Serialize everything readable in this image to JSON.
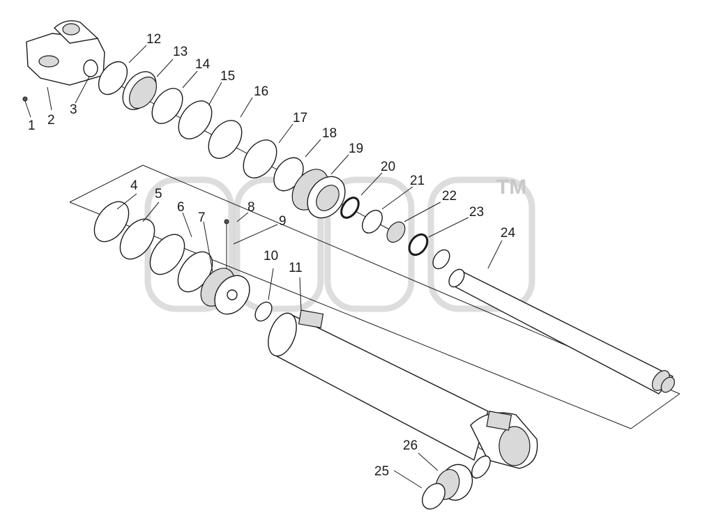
{
  "diagram": {
    "watermark_mark": "TM",
    "callouts": [
      "1",
      "2",
      "3",
      "4",
      "5",
      "6",
      "7",
      "8",
      "9",
      "10",
      "11",
      "12",
      "13",
      "14",
      "15",
      "16",
      "17",
      "18",
      "19",
      "20",
      "21",
      "22",
      "23",
      "24",
      "25",
      "26"
    ]
  }
}
